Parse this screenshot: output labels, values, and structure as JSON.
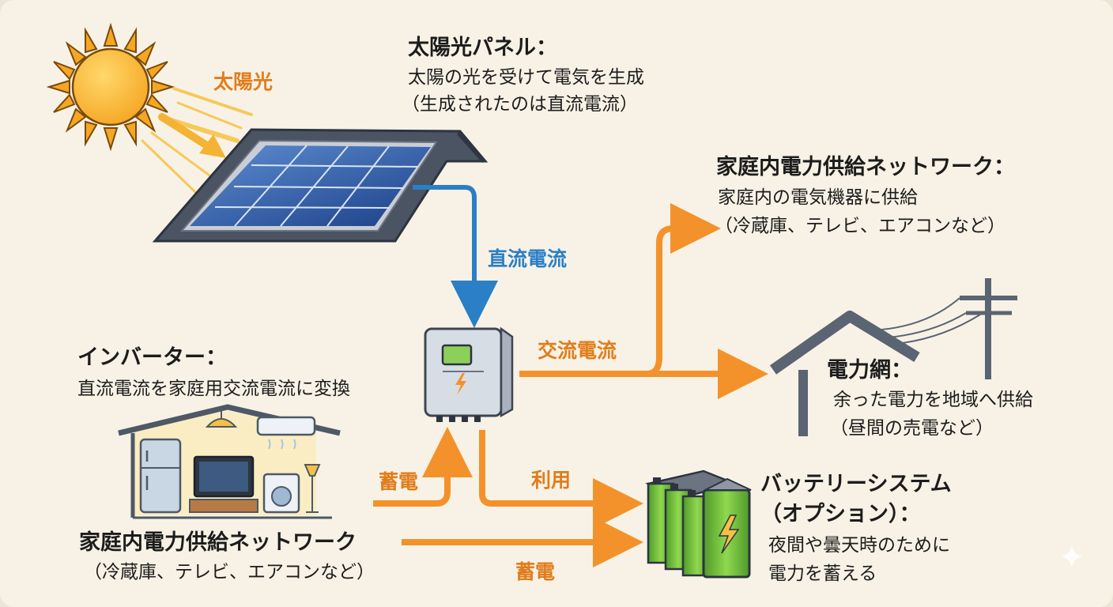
{
  "colors": {
    "dc_flow": "#2a7fc6",
    "ac_flow": "#f3922b",
    "label_orange": "#e07d1c",
    "battery_green": "#7dcc42"
  },
  "sunlight": {
    "label": "太陽光",
    "icon": "sun-icon"
  },
  "solar_panel": {
    "title": "太陽光パネル：",
    "desc_1": "太陽の光を受けて電気を生成",
    "desc_2": "（生成されたのは直流電流）",
    "icon": "solar-panel-icon"
  },
  "flows": {
    "dc": "直流電流",
    "ac": "交流電流",
    "charge_up": "蓄電",
    "use": "利用",
    "charge_bottom": "蓄電"
  },
  "inverter": {
    "title": "インバーター：",
    "desc": "直流電流を家庭用交流電流に変換",
    "icon": "inverter-icon"
  },
  "home_network_top": {
    "title": "家庭内電力供給ネットワーク：",
    "desc_1": "家庭内の電気機器に供給",
    "desc_2": "（冷蔵庫、テレビ、エアコンなど）"
  },
  "grid": {
    "title": "電力網：",
    "desc_1": "余った電力を地域へ供給",
    "desc_2": "（昼間の売電など）",
    "icon": "house-utility-pole-icon"
  },
  "home_network_bottom": {
    "title": "家庭内電力供給ネットワーク",
    "desc": "（冷蔵庫、テレビ、エアコンなど）",
    "icon": "home-appliances-icon"
  },
  "battery": {
    "title_1": "バッテリーシステム",
    "title_2": "（オプション）：",
    "desc_1": "夜間や曇天時のために",
    "desc_2": "電力を蓄える",
    "icon": "battery-icon"
  }
}
